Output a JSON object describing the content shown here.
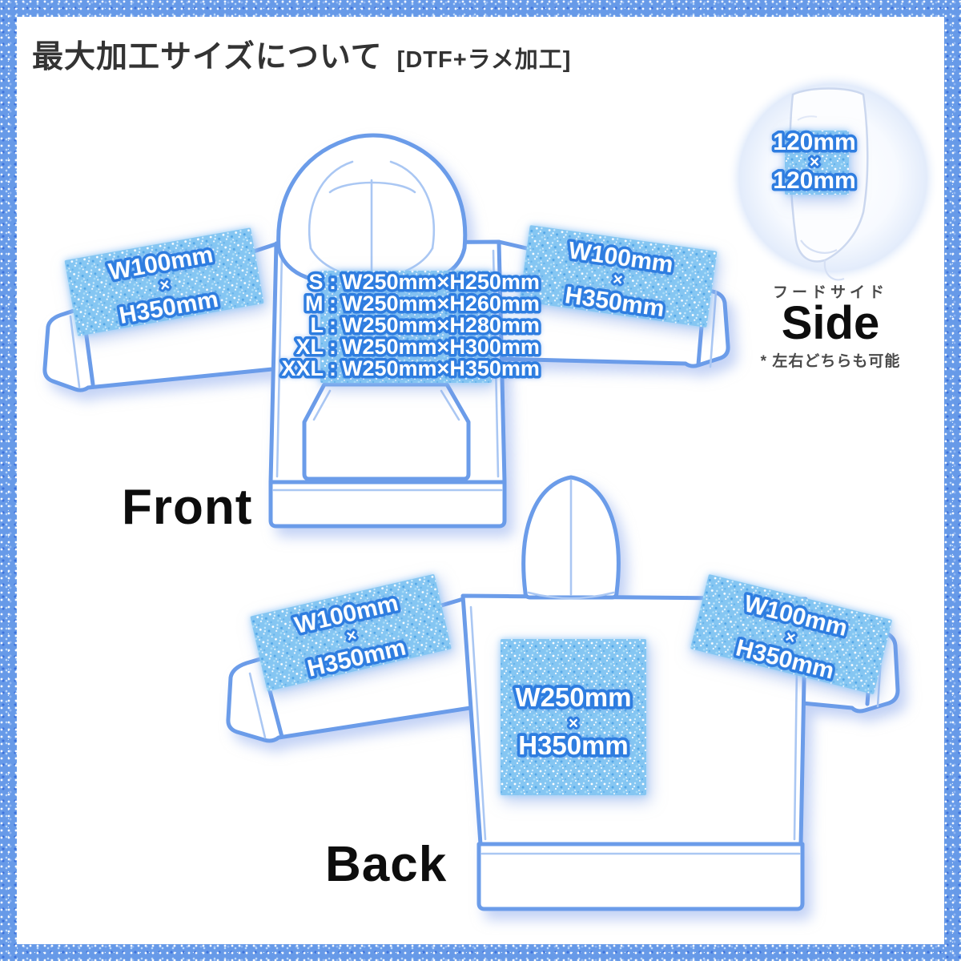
{
  "title": {
    "main": "最大加工サイズについて",
    "tag": "[DTF+ラメ加工]"
  },
  "labels": {
    "front": "Front",
    "back": "Back",
    "side": "Side",
    "side_jp": "フードサイド",
    "side_note": "* 左右どちらも可能"
  },
  "front": {
    "sizes": [
      {
        "label": "S :",
        "value": "W250mm×H250mm"
      },
      {
        "label": "M :",
        "value": "W250mm×H260mm"
      },
      {
        "label": "L :",
        "value": "W250mm×H280mm"
      },
      {
        "label": "XL :",
        "value": "W250mm×H300mm"
      },
      {
        "label": "XXL :",
        "value": "W250mm×H350mm"
      }
    ]
  },
  "sleeve_patch": {
    "w": "W100mm",
    "times": "×",
    "h": "H350mm"
  },
  "back_patch": {
    "w": "W250mm",
    "times": "×",
    "h": "H350mm"
  },
  "side_patch": {
    "w": "120mm",
    "times": "×",
    "h": "120mm"
  },
  "colors": {
    "accent_outline": "#2e7de0",
    "glitter_base": "#85c6f2",
    "border_base": "#679ae8",
    "garment_line": "#6b9ce9",
    "label_black": "#0d0d0d"
  }
}
